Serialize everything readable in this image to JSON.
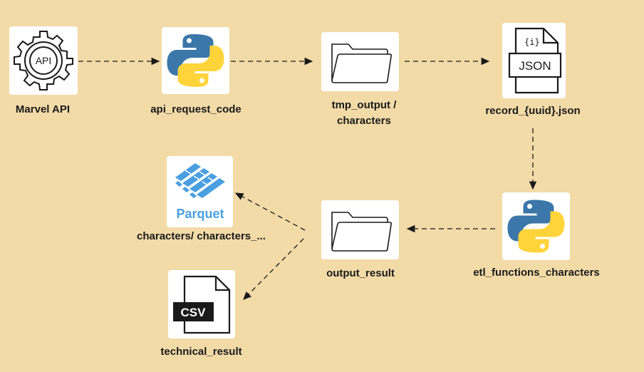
{
  "nodes": {
    "marvel_api": {
      "label": "Marvel API",
      "icon": "gear-icon",
      "icon_text": "API"
    },
    "api_request_code": {
      "label": "api_request_code",
      "icon": "python-icon"
    },
    "tmp_output": {
      "label_line1": "tmp_output /",
      "label_line2": "characters",
      "icon": "folder-icon"
    },
    "record_json": {
      "label": "record_{uuid}.json",
      "icon": "json-file-icon",
      "icon_text_top": "{i}",
      "icon_text": "JSON"
    },
    "etl_functions": {
      "label": "etl_functions_characters",
      "icon": "python-icon"
    },
    "output_result": {
      "label": "output_result",
      "icon": "folder-icon"
    },
    "parquet": {
      "label": "characters/ characters_...",
      "icon": "parquet-icon",
      "icon_text": "Parquet"
    },
    "technical_result": {
      "label": "technical_result",
      "icon": "csv-file-icon",
      "icon_text": "CSV"
    }
  },
  "colors": {
    "background": "#f3dba8",
    "python_blue": "#3b77a8",
    "python_yellow": "#ffd43b",
    "parquet_blue": "#4a9fe0"
  }
}
